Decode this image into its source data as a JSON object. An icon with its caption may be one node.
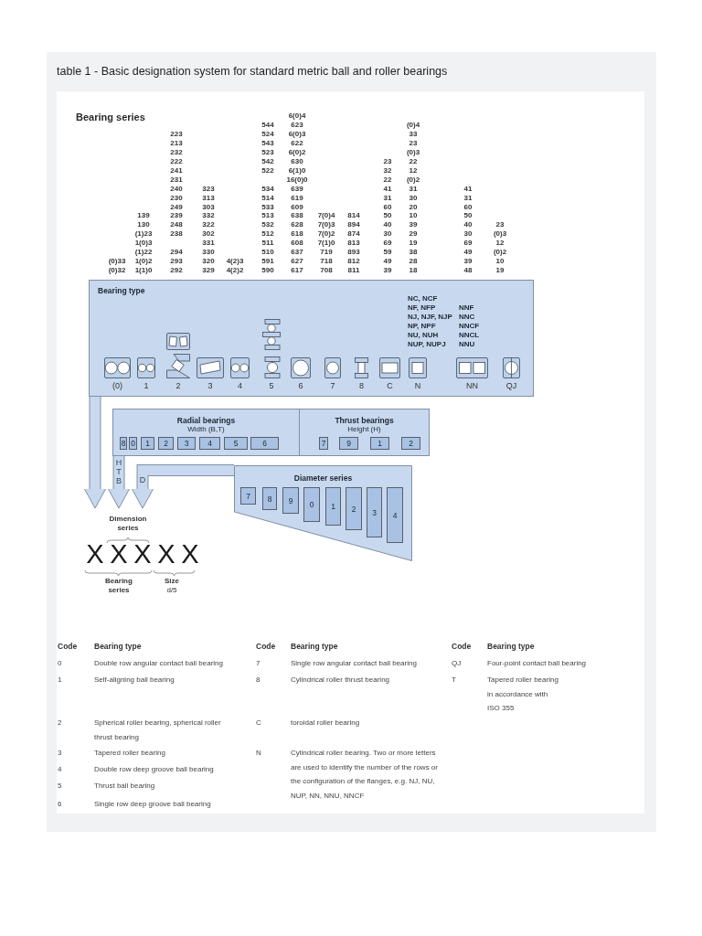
{
  "diagram": {
    "title": "table 1 - Basic designation system for standard metric ball and roller bearings",
    "nodes": [
      {
        "text": [
          "Bearing type"
        ]
      },
      {
        "text": [
          "(0)"
        ],
        "in": 0
      },
      {
        "text": [
          "1"
        ],
        "in": 0
      },
      {
        "text": [
          "2"
        ],
        "in": 0
      },
      {
        "text": [
          "3"
        ],
        "in": 0
      },
      {
        "text": [
          "4"
        ],
        "in": 0
      },
      {
        "text": [
          "5"
        ],
        "in": 0
      },
      {
        "text": [
          "6"
        ],
        "in": 0
      },
      {
        "text": [
          "7"
        ],
        "in": 0
      },
      {
        "text": [
          "8"
        ],
        "in": 0
      },
      {
        "text": [
          "C"
        ],
        "in": 0
      },
      {
        "text": [
          "N"
        ],
        "in": 0,
        "beside": [
          "NC, NCF",
          "NF, NFP",
          "NJ, NJF, NJP",
          "NP, NPF",
          "NU, NUH",
          "NUP, NUPJ"
        ]
      },
      {
        "text": [
          "NN"
        ],
        "in": 0,
        "beside": [
          "NNF",
          "NNC",
          "NNCF",
          "NNCL",
          "NNU"
        ]
      },
      {
        "text": [
          "QJ"
        ],
        "in": 0
      },
      {
        "text": [
          "Radial bearings",
          "Width (B,T)"
        ]
      },
      {
        "text": [
          "Thrust bearings",
          "Height (H)"
        ]
      },
      {
        "text": [
          "8"
        ],
        "in": 14
      },
      {
        "text": [
          "0"
        ],
        "in": 14
      },
      {
        "text": [
          "1"
        ],
        "in": 14
      },
      {
        "text": [
          "2"
        ],
        "in": 14
      },
      {
        "text": [
          "3"
        ],
        "in": 14
      },
      {
        "text": [
          "4"
        ],
        "in": 14
      },
      {
        "text": [
          "5"
        ],
        "in": 14
      },
      {
        "text": [
          "6"
        ],
        "in": 14
      },
      {
        "text": [
          "7"
        ],
        "in": 15
      },
      {
        "text": [
          "9"
        ],
        "in": 15
      },
      {
        "text": [
          "1"
        ],
        "in": 15
      },
      {
        "text": [
          "2"
        ],
        "in": 15
      },
      {
        "text": [
          "Diameter series"
        ]
      },
      {
        "text": [
          "7"
        ],
        "in": 28
      },
      {
        "text": [
          "8"
        ],
        "in": 28
      },
      {
        "text": [
          "9"
        ],
        "in": 28
      },
      {
        "text": [
          "0"
        ],
        "in": 28
      },
      {
        "text": [
          "1"
        ],
        "in": 28
      },
      {
        "text": [
          "2"
        ],
        "in": 28
      },
      {
        "text": [
          "3"
        ],
        "in": 28
      },
      {
        "text": [
          "4"
        ],
        "in": 28
      },
      {
        "text": [
          "X"
        ]
      },
      {
        "text": [
          "X"
        ]
      },
      {
        "text": [
          "X"
        ]
      },
      {
        "text": [
          "X"
        ]
      },
      {
        "text": [
          "X"
        ]
      }
    ],
    "edges": [
      {
        "from": 0,
        "to": 37,
        "arrow": "to"
      },
      {
        "from": 14,
        "to": 38,
        "arrow": "to",
        "label": "H T B"
      },
      {
        "from": 28,
        "to": 39,
        "arrow": "to",
        "label": "D"
      }
    ],
    "labels": [
      "Bearing series",
      "6(0)4",
      "544",
      "623",
      "(0)4",
      "223",
      "524",
      "6(0)3",
      "33",
      "213",
      "543",
      "622",
      "23",
      "232",
      "523",
      "6(0)2",
      "(0)3",
      "222",
      "542",
      "630",
      "23",
      "22",
      "241",
      "522",
      "6(1)0",
      "32",
      "12",
      "231",
      "16(0)0",
      "22",
      "(0)2",
      "240",
      "323",
      "534",
      "639",
      "41",
      "31",
      "41",
      "230",
      "313",
      "514",
      "619",
      "31",
      "30",
      "31",
      "249",
      "303",
      "533",
      "609",
      "60",
      "20",
      "60",
      "139",
      "239",
      "332",
      "513",
      "638",
      "7(0)4",
      "814",
      "50",
      "10",
      "50",
      "130",
      "248",
      "322",
      "532",
      "628",
      "7(0)3",
      "894",
      "40",
      "39",
      "40",
      "23",
      "(1)23",
      "238",
      "302",
      "512",
      "618",
      "7(0)2",
      "874",
      "30",
      "29",
      "30",
      "(0)3",
      "1(0)3",
      "331",
      "511",
      "608",
      "7(1)0",
      "813",
      "69",
      "19",
      "69",
      "12",
      "(1)22",
      "294",
      "330",
      "510",
      "637",
      "719",
      "893",
      "59",
      "38",
      "49",
      "(0)2",
      "(0)33",
      "1(0)2",
      "293",
      "320",
      "4(2)3",
      "591",
      "627",
      "718",
      "812",
      "49",
      "28",
      "39",
      "10",
      "(0)32",
      "1(1)0",
      "292",
      "329",
      "4(2)2",
      "590",
      "617",
      "708",
      "811",
      "39",
      "18",
      "48",
      "19",
      "Dimension series",
      "Bearing series",
      "**Size** d/5",
      "Code",
      "Bearing type",
      "Code",
      "Bearing type",
      "Code",
      "Bearing type",
      "0",
      "Double row angular contact ball bearing",
      "7",
      "Single row angular contact ball bearing",
      "QJ",
      "Four-point contact ball bearing",
      "1",
      "Self-aligning ball bearing",
      "8",
      "Cylindrical roller thrust bearing",
      "T",
      "Tapered roller bearing in accordance with ISO 355",
      "2",
      "Spherical roller bearing, spherical roller thrust bearing",
      "C",
      "toroidal roller bearing",
      "3",
      "Tapered roller bearing",
      "N",
      "Cylindrical roller bearing. Two or more letters are used to identify the number of the rows or the configuration of the flanges, e.g. NJ, NU, NUP, NN, NNU, NNCF",
      "4",
      "Double row deep groove ball bearing",
      "5",
      "Thrust ball bearing",
      "6",
      "Single row deep groove ball bearing"
    ]
  }
}
